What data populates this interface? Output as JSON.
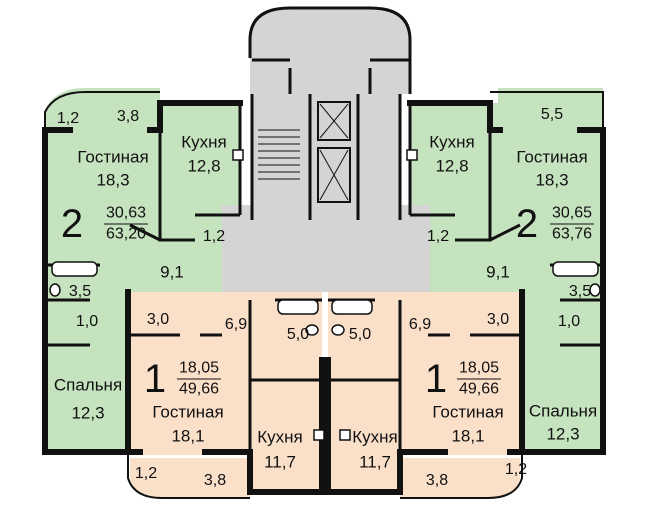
{
  "colors": {
    "green": "#c5e3be",
    "peach": "#fbe0c9",
    "grey": "#d4d4d4",
    "wall": "#111111"
  },
  "apartments": {
    "left2": {
      "rooms_count": "2",
      "living_area": "30,63",
      "total_area": "63,20",
      "balcony": "3,8",
      "balcony_corner": "1,2",
      "living_room": {
        "name": "Гостиная",
        "area": "18,3"
      },
      "kitchen": {
        "name": "Кухня",
        "area": "12,8"
      },
      "storage": "1,2",
      "hall": "9,1",
      "bath": "3,5",
      "wc": "1,0",
      "bedroom": {
        "name": "Спальня",
        "area": "12,3"
      }
    },
    "right2": {
      "rooms_count": "2",
      "living_area": "30,65",
      "total_area": "63,76",
      "balcony": "5,5",
      "living_room": {
        "name": "Гостиная",
        "area": "18,3"
      },
      "kitchen": {
        "name": "Кухня",
        "area": "12,8"
      },
      "storage": "1,2",
      "hall": "9,1",
      "bath": "3,5",
      "wc": "1,0",
      "bedroom": {
        "name": "Спальня",
        "area": "12,3"
      }
    },
    "left1": {
      "rooms_count": "1",
      "living_area": "18,05",
      "total_area": "49,66",
      "hall": "6,9",
      "closet": "3,0",
      "bath": "5,0",
      "living_room": {
        "name": "Гостиная",
        "area": "18,1"
      },
      "kitchen": {
        "name": "Кухня",
        "area": "11,7"
      },
      "balcony_corner": "1,2",
      "balcony": "3,8"
    },
    "right1": {
      "rooms_count": "1",
      "living_area": "18,05",
      "total_area": "49,66",
      "hall": "6,9",
      "closet": "3,0",
      "bath": "5,0",
      "living_room": {
        "name": "Гостиная",
        "area": "18,1"
      },
      "kitchen": {
        "name": "Кухня",
        "area": "11,7"
      },
      "balcony_corner": "1,2",
      "balcony": "3,8"
    }
  }
}
